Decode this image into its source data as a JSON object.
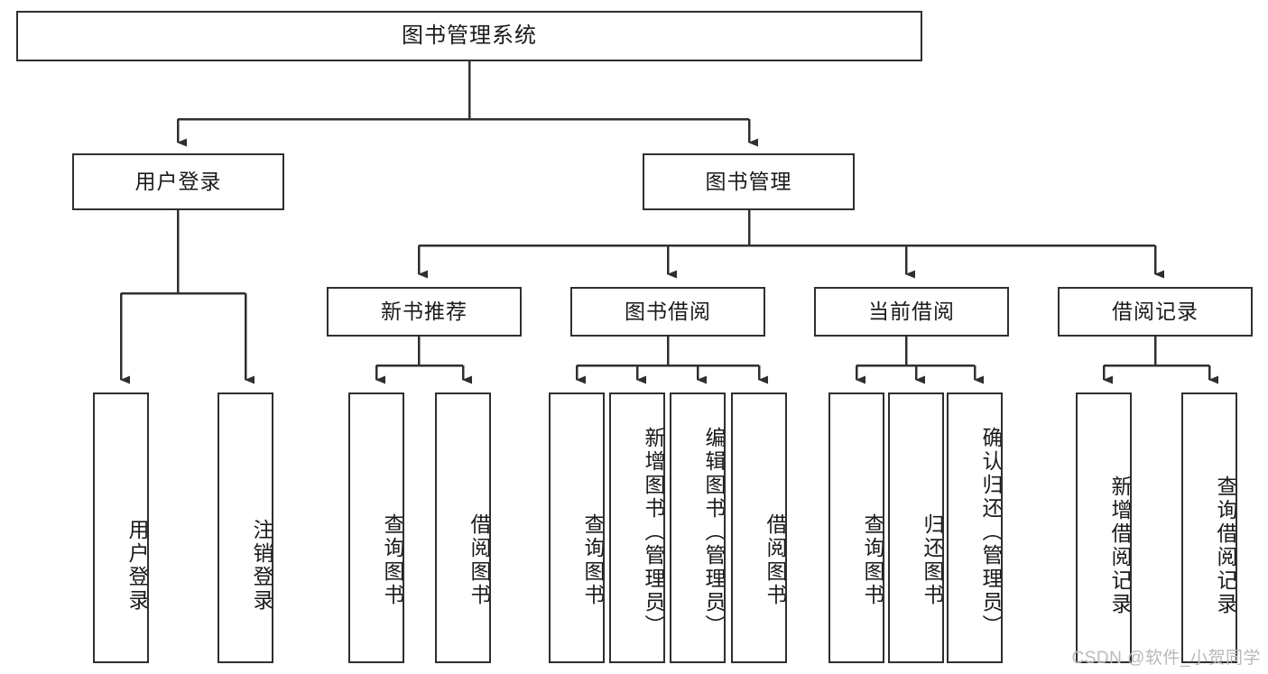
{
  "diagram": {
    "title": "图书管理系统",
    "type": "tree",
    "orientation": "top-down",
    "background_color": "#ffffff",
    "border_color": "#2f2f2f",
    "text_color": "#1a1a1a",
    "root": {
      "id": "root",
      "label": "图书管理系统",
      "text_direction": "horizontal"
    },
    "level1": [
      {
        "id": "l1-user-login",
        "label": "用户登录",
        "text_direction": "horizontal"
      },
      {
        "id": "l1-book-mgmt",
        "label": "图书管理",
        "text_direction": "horizontal"
      }
    ],
    "level2": [
      {
        "id": "l2-new-book-rec",
        "label": "新书推荐",
        "parent": "l1-book-mgmt",
        "text_direction": "horizontal"
      },
      {
        "id": "l2-book-borrow",
        "label": "图书借阅",
        "parent": "l1-book-mgmt",
        "text_direction": "horizontal"
      },
      {
        "id": "l2-current-borrow",
        "label": "当前借阅",
        "parent": "l1-book-mgmt",
        "text_direction": "horizontal"
      },
      {
        "id": "l2-borrow-record",
        "label": "借阅记录",
        "parent": "l1-book-mgmt",
        "text_direction": "horizontal"
      }
    ],
    "leaves": [
      {
        "id": "leaf-user-login",
        "label": "用户登录",
        "parent": "l1-user-login",
        "text_direction": "vertical"
      },
      {
        "id": "leaf-logout",
        "label": "注销登录",
        "parent": "l1-user-login",
        "text_direction": "vertical"
      },
      {
        "id": "leaf-query-book-1",
        "label": "查询图书",
        "parent": "l2-new-book-rec",
        "text_direction": "vertical"
      },
      {
        "id": "leaf-borrow-book-1",
        "label": "借阅图书",
        "parent": "l2-new-book-rec",
        "text_direction": "vertical"
      },
      {
        "id": "leaf-query-book-2",
        "label": "查询图书",
        "parent": "l2-book-borrow",
        "text_direction": "vertical"
      },
      {
        "id": "leaf-add-book",
        "label": "新增图书（管理员）",
        "parent": "l2-book-borrow",
        "text_direction": "vertical"
      },
      {
        "id": "leaf-edit-book",
        "label": "编辑图书（管理员）",
        "parent": "l2-book-borrow",
        "text_direction": "vertical"
      },
      {
        "id": "leaf-borrow-book-2",
        "label": "借阅图书",
        "parent": "l2-book-borrow",
        "text_direction": "vertical"
      },
      {
        "id": "leaf-query-book-3",
        "label": "查询图书",
        "parent": "l2-current-borrow",
        "text_direction": "vertical"
      },
      {
        "id": "leaf-return-book",
        "label": "归还图书",
        "parent": "l2-current-borrow",
        "text_direction": "vertical"
      },
      {
        "id": "leaf-confirm-return",
        "label": "确认归还（管理员）",
        "parent": "l2-current-borrow",
        "text_direction": "vertical"
      },
      {
        "id": "leaf-add-record",
        "label": "新增借阅记录",
        "parent": "l2-borrow-record",
        "text_direction": "vertical"
      },
      {
        "id": "leaf-query-record",
        "label": "查询借阅记录",
        "parent": "l2-borrow-record",
        "text_direction": "vertical"
      }
    ],
    "watermark": "CSDN @软件_小贺同学"
  }
}
